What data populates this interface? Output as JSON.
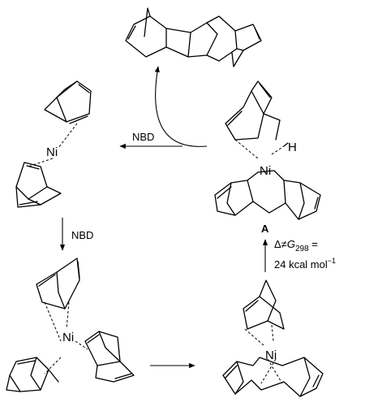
{
  "labels": {
    "nickel": "Ni",
    "hydrogen": "H",
    "reagent_top": "NBD",
    "reagent_left": "NBD",
    "intermediate": "A",
    "barrier_symbol": "Δ≠",
    "barrier_G": "G",
    "barrier_sub": "298",
    "barrier_eq": " =",
    "barrier_value": "24 kcal mol",
    "barrier_exp": "−1"
  }
}
